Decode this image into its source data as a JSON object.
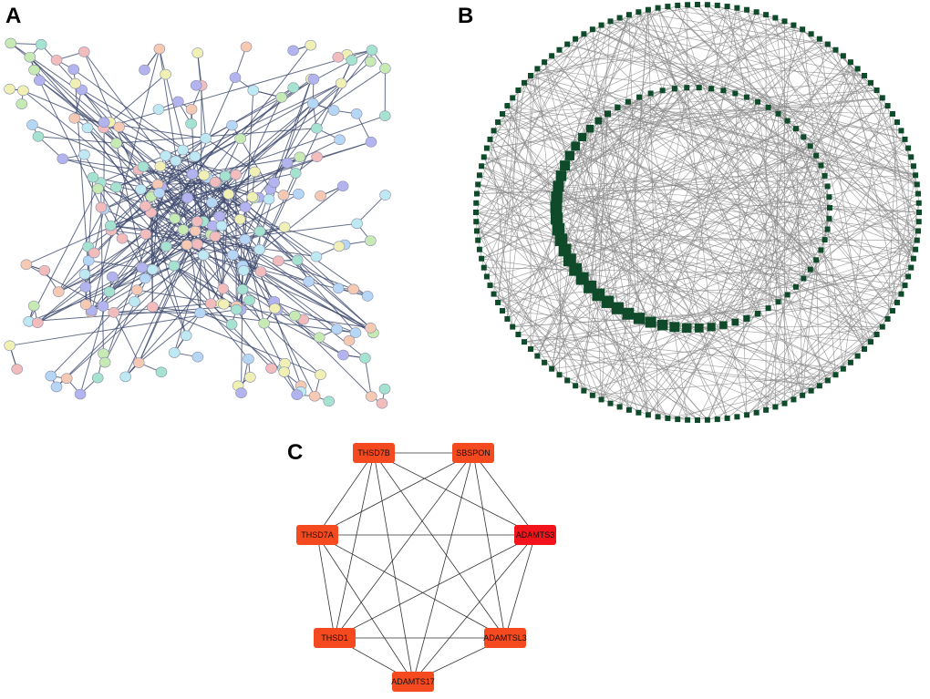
{
  "panels": {
    "a": {
      "label": "A",
      "node_colors": [
        "#b3b3ef",
        "#c7eab4",
        "#bfe9f2",
        "#f0f0b4",
        "#f5c9b2",
        "#b6d6f5",
        "#f2bcbc",
        "#a5e3d0"
      ],
      "edge_color": "#3e4a6e"
    },
    "b": {
      "label": "B",
      "node_color": "#0f4a2a",
      "edge_color": "#8a8a8a"
    },
    "c": {
      "label": "C",
      "edge_color": "#333333",
      "nodes": [
        {
          "name": "THSD7B",
          "color": "#f5491f"
        },
        {
          "name": "SBSPON",
          "color": "#f5491f"
        },
        {
          "name": "THSD7A",
          "color": "#f5491f"
        },
        {
          "name": "ADAMTS3",
          "color": "#f2141a"
        },
        {
          "name": "THSD1",
          "color": "#f5491f"
        },
        {
          "name": "ADAMTSL3",
          "color": "#f5491f"
        },
        {
          "name": "ADAMTS17",
          "color": "#f5491f"
        }
      ]
    }
  }
}
